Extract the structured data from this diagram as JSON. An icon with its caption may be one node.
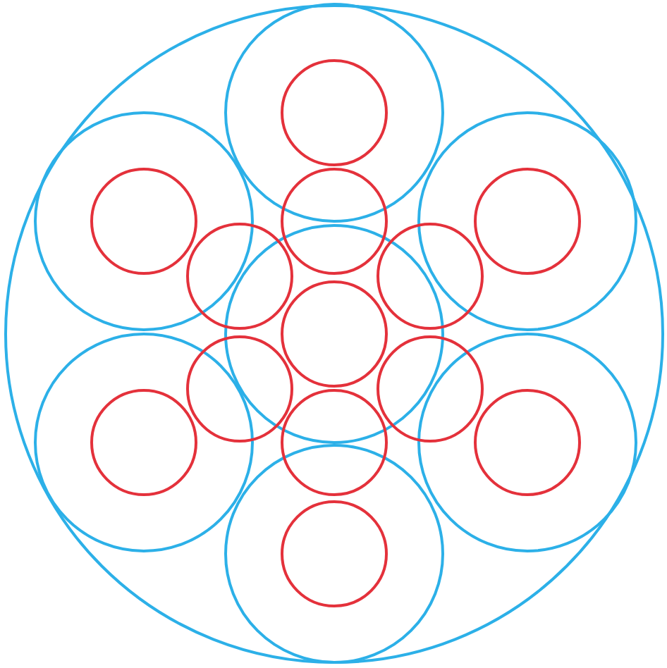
{
  "diagram": {
    "nodes": [
      {
        "text": [],
        "shape": "circle"
      },
      {
        "text": [],
        "shape": "circle",
        "in": 0
      },
      {
        "text": [],
        "shape": "circle",
        "in": 1
      },
      {
        "text": [],
        "shape": "circle",
        "in": 0
      },
      {
        "text": [],
        "shape": "circle",
        "in": 3
      },
      {
        "text": [],
        "shape": "circle",
        "in": 0
      },
      {
        "text": [],
        "shape": "circle",
        "in": 5
      },
      {
        "text": [],
        "shape": "circle",
        "in": 0
      },
      {
        "text": [],
        "shape": "circle",
        "in": 7
      },
      {
        "text": [],
        "shape": "circle",
        "in": 0
      },
      {
        "text": [],
        "shape": "circle",
        "in": 9
      },
      {
        "text": [],
        "shape": "circle",
        "in": 0
      },
      {
        "text": [],
        "shape": "circle",
        "in": 11
      },
      {
        "text": [],
        "shape": "circle",
        "in": 0
      },
      {
        "text": [],
        "shape": "circle",
        "in": 13
      },
      {
        "text": [],
        "shape": "circle",
        "in": 0
      },
      {
        "text": [],
        "shape": "circle",
        "in": 0
      },
      {
        "text": [],
        "shape": "circle",
        "in": 0
      },
      {
        "text": [],
        "shape": "circle",
        "in": 0
      },
      {
        "text": [],
        "shape": "circle",
        "in": 0
      },
      {
        "text": [],
        "shape": "circle",
        "in": 0
      }
    ]
  }
}
